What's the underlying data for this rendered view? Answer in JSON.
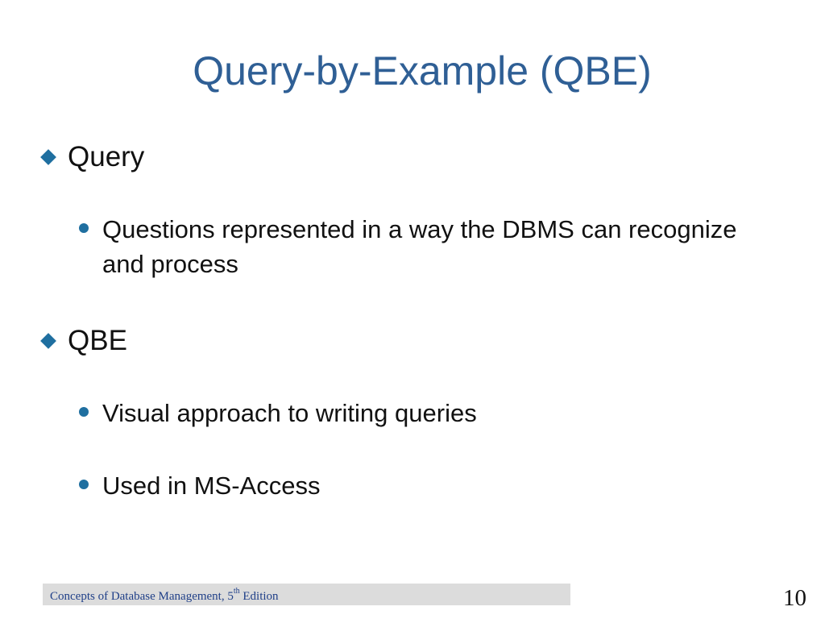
{
  "slide": {
    "title": "Query-by-Example (QBE)",
    "bullets": [
      {
        "text": "Query",
        "subbullets": [
          "Questions represented in a way the DBMS can recognize and process"
        ]
      },
      {
        "text": "QBE",
        "subbullets": [
          "Visual approach to writing queries",
          "Used in MS-Access"
        ]
      }
    ]
  },
  "footer": {
    "book_prefix": "Concepts of Database Management, 5",
    "edition_superscript": "th",
    "book_suffix": " Edition"
  },
  "page_number": "10",
  "colors": {
    "title": "#2f5f95",
    "bullet": "#1f6fa0",
    "footer_text": "#1f3f88",
    "footer_bar": "#dcdcdc"
  },
  "icons": {
    "level1_bullet": "diamond-bullet-icon",
    "level2_bullet": "circle-bullet-icon"
  }
}
